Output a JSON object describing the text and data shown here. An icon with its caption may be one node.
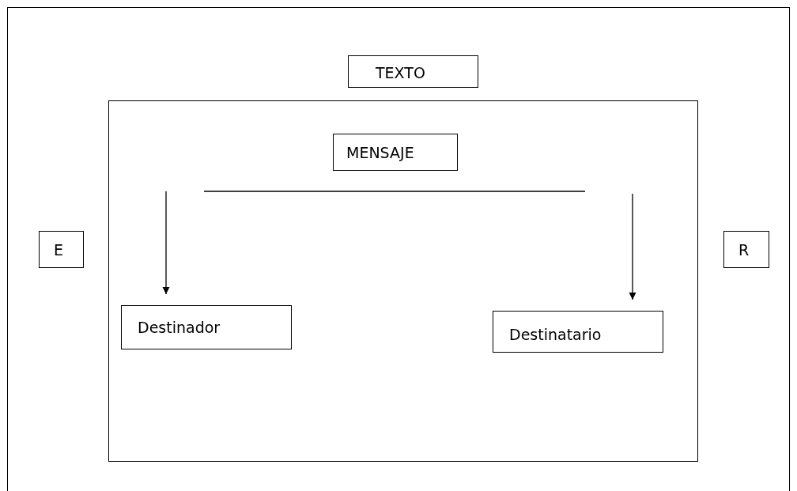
{
  "diagram": {
    "nodes": [
      {
        "text": [
          "TEXTO"
        ]
      },
      {
        "text": [],
        "shape": "box"
      },
      {
        "text": [
          "MENSAJE"
        ],
        "in": 1
      },
      {
        "text": [
          "E"
        ]
      },
      {
        "text": [
          "R"
        ]
      },
      {
        "text": [
          "Destinador"
        ],
        "in": 1
      },
      {
        "text": [
          "Destinatario"
        ],
        "in": 1
      }
    ],
    "edges": [
      {
        "from": null,
        "to": 5,
        "arrow": "to"
      },
      {
        "from": null,
        "to": 6,
        "arrow": "to"
      }
    ]
  }
}
